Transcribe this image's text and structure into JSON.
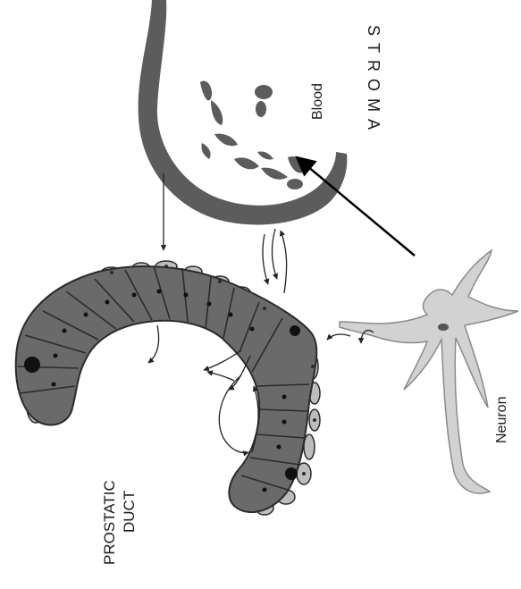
{
  "labels": {
    "stroma": "STROMA",
    "blood": "Blood",
    "neuron": "Neuron",
    "prostatic_duct_line1": "PROSTATIC",
    "prostatic_duct_line2": "DUCT"
  },
  "colors": {
    "vessel": "#5c5c5c",
    "duct_cell": "#6a6a6a",
    "duct_outline": "#2b2b2b",
    "nucleus": "#111111",
    "light_cell": "#bdbdbd",
    "neuron": "#d2d2d2",
    "neuron_outline": "#8a8a8a",
    "arrow": "#000000"
  }
}
